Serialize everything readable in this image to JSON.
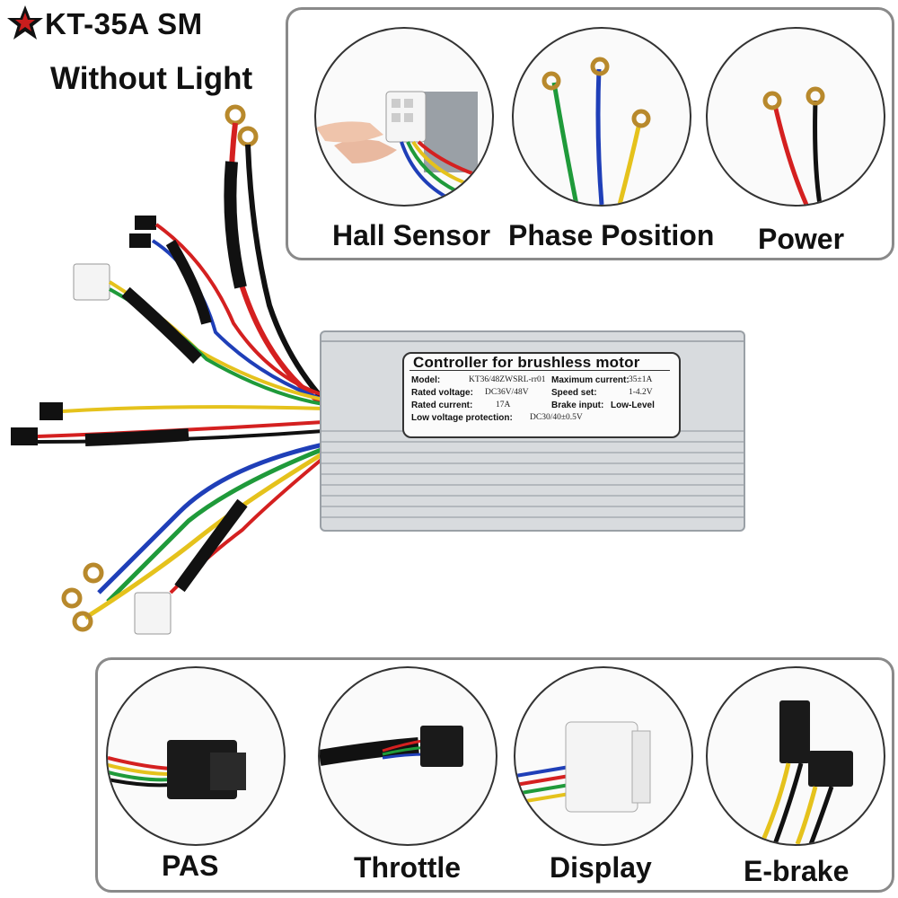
{
  "header": {
    "title": "KT-35A SM",
    "subtitle": "Without Light"
  },
  "top_panel": {
    "items": [
      {
        "label": "Hall Sensor"
      },
      {
        "label": "Phase Position"
      },
      {
        "label": "Power"
      }
    ]
  },
  "bottom_panel": {
    "items": [
      {
        "label": "PAS"
      },
      {
        "label": "Throttle"
      },
      {
        "label": "Display"
      },
      {
        "label": "E-brake"
      }
    ]
  },
  "controller": {
    "label_title": "Controller for brushless motor",
    "model_key": "Model:",
    "model_val": "KT36/48ZWSRL-rr01",
    "rated_voltage_key": "Rated voltage:",
    "rated_voltage_val": "DC36V/48V",
    "rated_current_key": "Rated current:",
    "rated_current_val": "17A",
    "low_voltage_key": "Low voltage protection:",
    "low_voltage_val": "DC30/40±0.5V",
    "max_current_key": "Maximum current:",
    "max_current_val": "35±1A",
    "speed_set_key": "Speed  set:",
    "speed_set_val": "1-4.2V",
    "brake_input_key": "Brake input:",
    "brake_input_val": "Low-Level"
  },
  "colors": {
    "star": "#c81d1d",
    "wire_red": "#d42020",
    "wire_yellow": "#e5c21c",
    "wire_green": "#1f9a3a",
    "wire_blue": "#1f3fb8",
    "wire_black": "#111111",
    "housing": "#d8dbde"
  },
  "icons": {
    "star": "star-icon"
  }
}
